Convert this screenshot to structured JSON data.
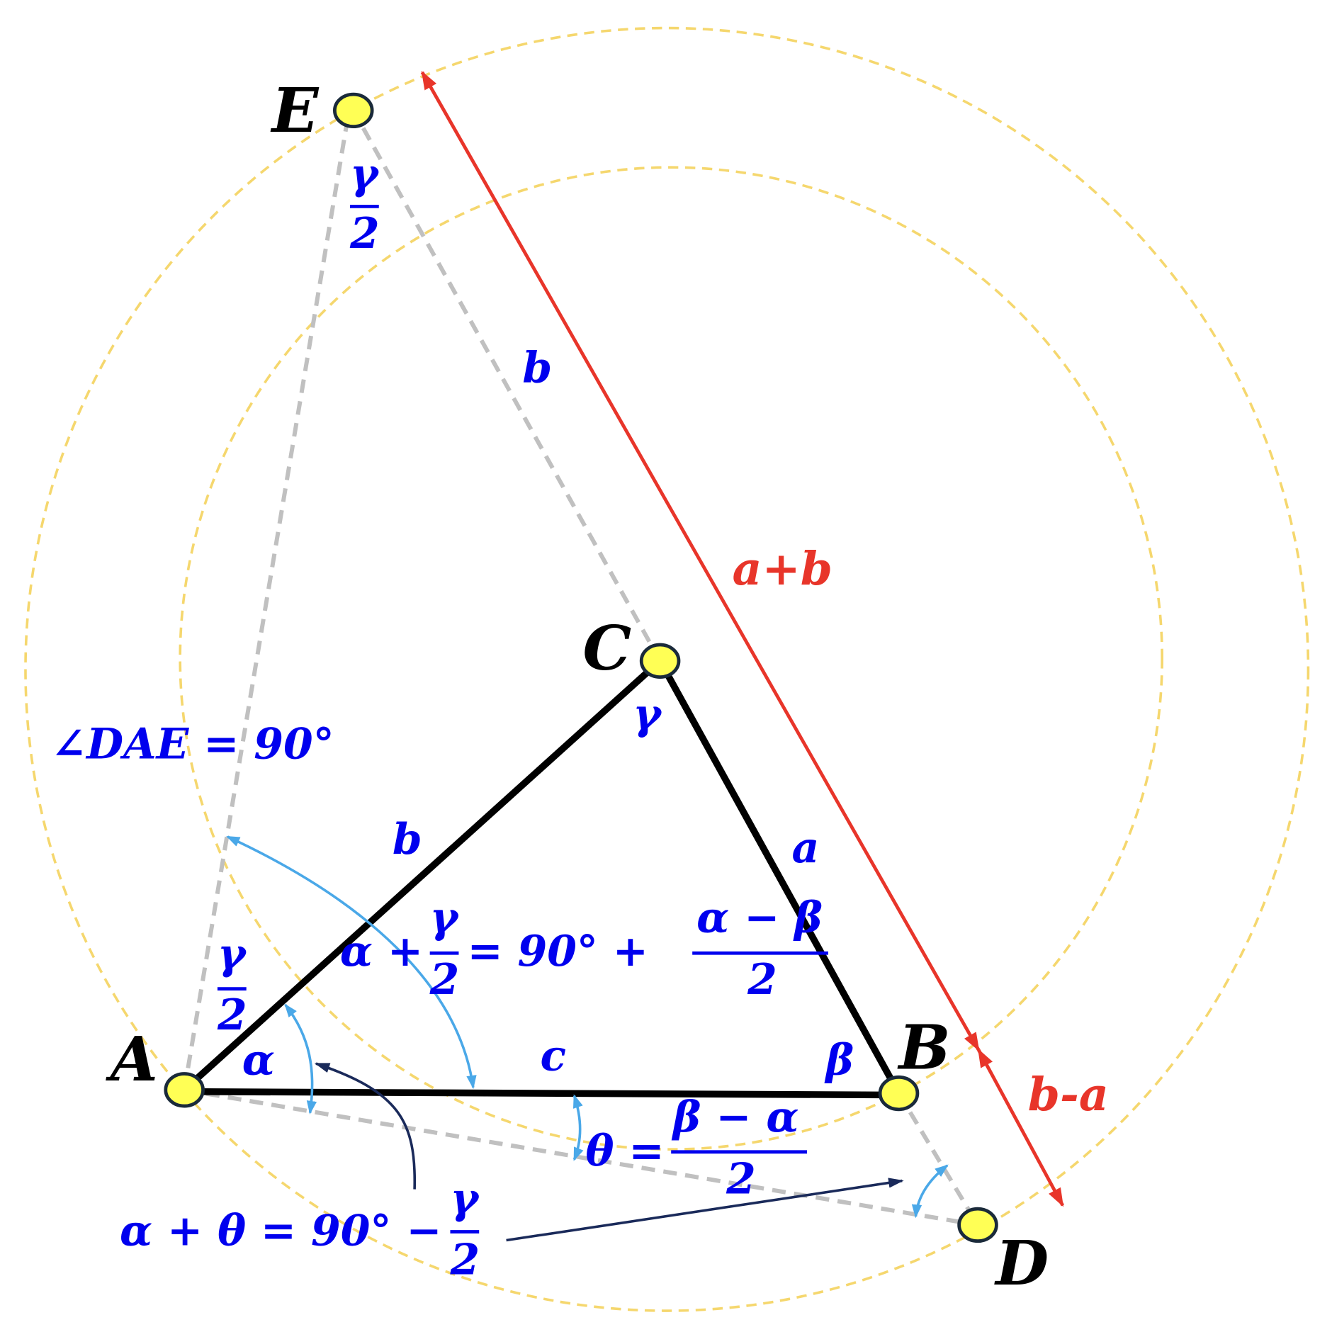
{
  "points": {
    "A": "A",
    "B": "B",
    "C": "C",
    "D": "D",
    "E": "E"
  },
  "sides": {
    "a": "a",
    "b": "b",
    "c": "c",
    "b_ext": "b"
  },
  "angles": {
    "alpha": "α",
    "beta": "β",
    "gamma": "γ",
    "gamma_half_num": "γ",
    "gamma_half_den": "2",
    "gamma_half2_num": "γ",
    "gamma_half2_den": "2"
  },
  "red_labels": {
    "sum": "a+b",
    "diff": "b-a"
  },
  "equations": {
    "dae": "∠DAE = 90°",
    "eq1_left": "α +",
    "eq1_frac_num": "γ",
    "eq1_frac_den": "2",
    "eq1_mid": "= 90° +",
    "eq1_rhs_num": "α − β",
    "eq1_rhs_den": "2",
    "theta_left": "θ =",
    "theta_num": "β − α",
    "theta_den": "2",
    "eq3_left": "α + θ = 90° −",
    "eq3_num": "γ",
    "eq3_den": "2"
  },
  "colors": {
    "circle": "#f5d76e",
    "red": "#e8352a",
    "blue": "#0000ee",
    "arc": "#4aa8e8",
    "point": "#ffff55",
    "dash": "#c0c0c0",
    "navy": "#1a2a5a"
  }
}
